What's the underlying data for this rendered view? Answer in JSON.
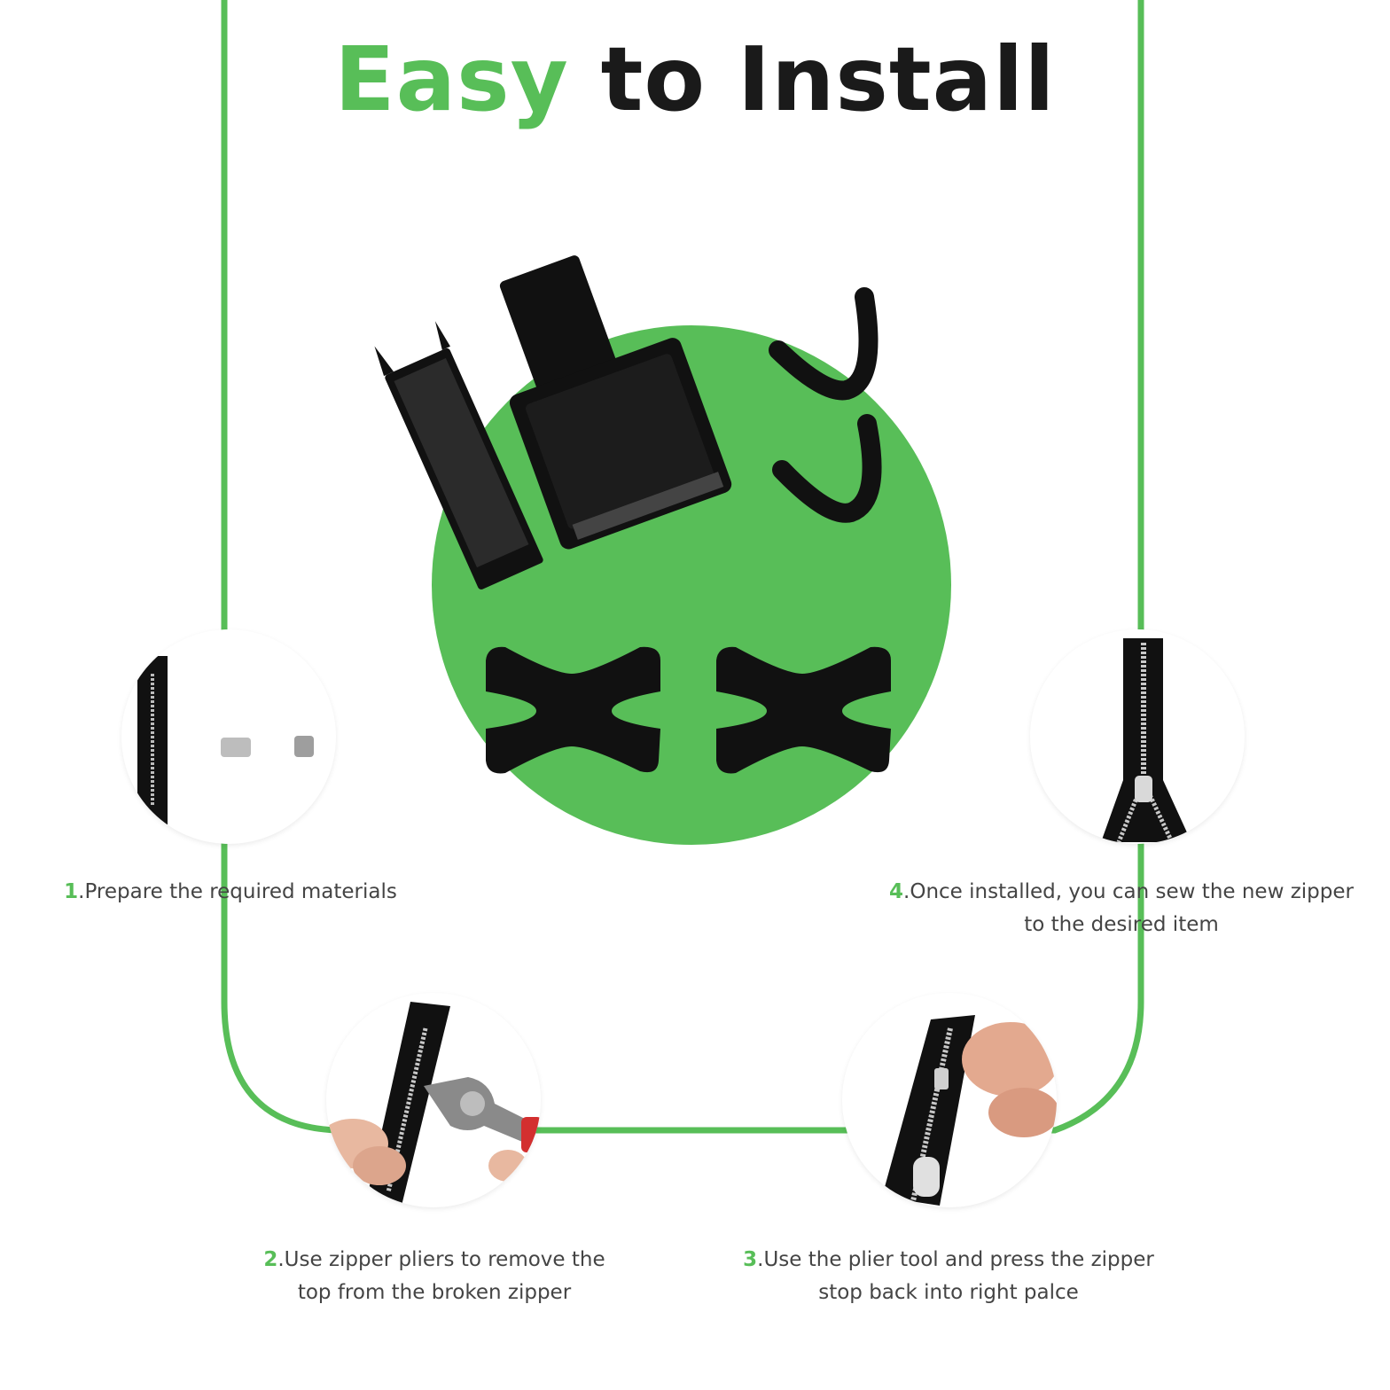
{
  "title": {
    "accent": "Easy",
    "rest": " to Install"
  },
  "colors": {
    "accent": "#58be58",
    "dark": "#1a1a1a",
    "part": "#111111"
  },
  "steps": [
    {
      "num": "1",
      "text": ".Prepare the required materials"
    },
    {
      "num": "2",
      "text": ".Use zipper pliers to remove the\ntop from the broken zipper"
    },
    {
      "num": "3",
      "text": ".Use the plier tool and press the zipper\nstop back into right palce"
    },
    {
      "num": "4",
      "text": ".Once installed, you can sew the new zipper\nto the desired item"
    }
  ],
  "icons": {
    "step1": "zipper-parts-icon",
    "step2": "pliers-on-zipper-icon",
    "step3": "hand-pressing-zipper-icon",
    "step4": "finished-zipper-icon"
  }
}
